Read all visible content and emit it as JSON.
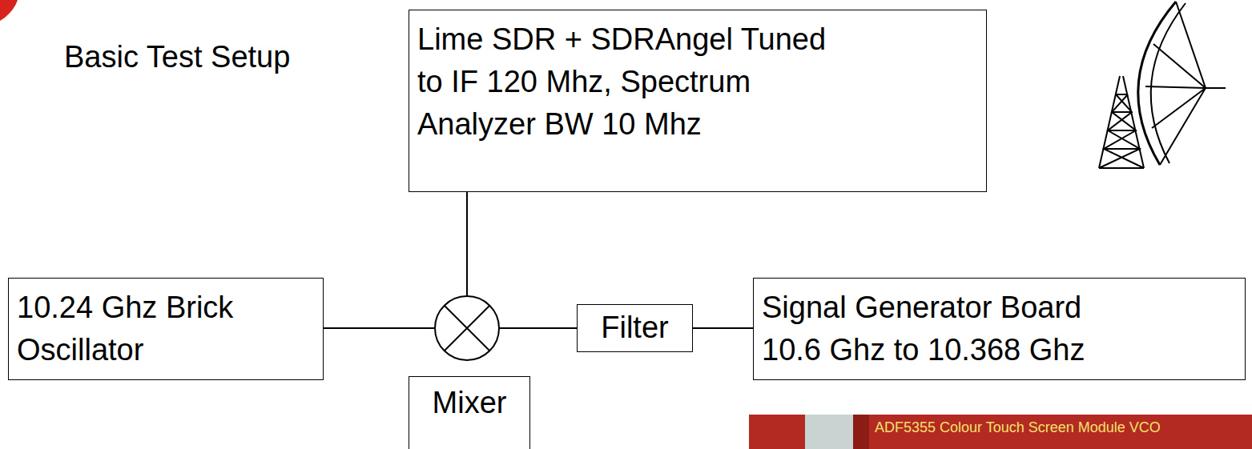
{
  "diagram": {
    "title": "Basic Test Setup",
    "nodes": [
      {
        "text": [
          "Lime SDR + SDRAngel Tuned to IF 120 Mhz, Spectrum Analyzer BW 10 Mhz"
        ]
      },
      {
        "text": [
          "10.24 Ghz Brick Oscillator"
        ]
      },
      {
        "text": [
          "Filter"
        ]
      },
      {
        "text": [
          "Signal Generator Board 10.6 Ghz to 10.368 Ghz"
        ]
      },
      {
        "text": [
          "Mixer"
        ]
      }
    ],
    "edges": [
      {
        "from": 2,
        "to": 3,
        "arrow": "none"
      }
    ],
    "labels": [
      "ADF5355 Colour Touch Screen Module VCO"
    ]
  }
}
